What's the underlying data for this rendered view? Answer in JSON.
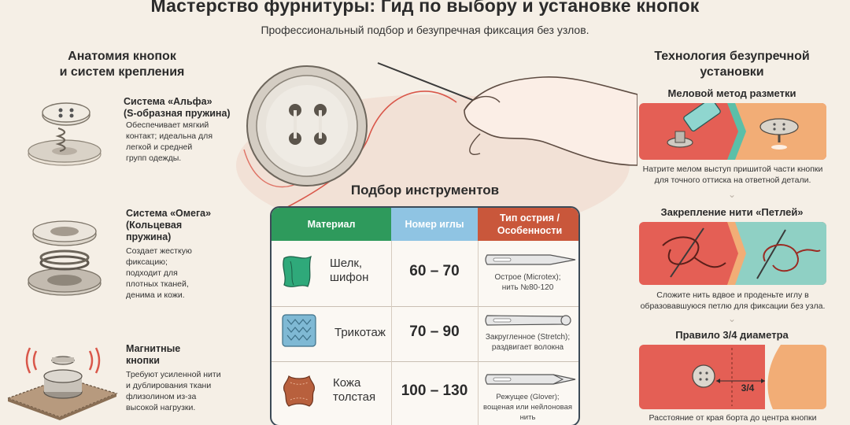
{
  "header": {
    "title": "Мастерство фурнитуры: Гид по выбору и установке кнопок",
    "subtitle": "Профессиональный подбор и безупречная фиксация без узлов."
  },
  "anatomy": {
    "heading_line1": "Анатомия кнопок",
    "heading_line2": "и систем крепления",
    "systems": [
      {
        "title_line1": "Система «Альфа»",
        "title_line2": "(S-образная пружина)",
        "desc": [
          "Обеспечивает мягкий",
          "контакт; идеальна для",
          "легкой и средней",
          "групп одежды."
        ],
        "icon": "alpha-snap-icon"
      },
      {
        "title_line1": "Система «Омега»",
        "title_line2": "(Кольцевая",
        "title_line3": "пружина)",
        "desc": [
          "Создает жесткую",
          "фиксацию;",
          "подходит для",
          "плотных тканей,",
          "денима и кожи."
        ],
        "icon": "omega-snap-icon"
      },
      {
        "title_line1": "Магнитные",
        "title_line2": "кнопки",
        "desc": [
          "Требуют усиленной нити",
          "и дублирования ткани",
          "флизолином из-за",
          "высокой нагрузки."
        ],
        "icon": "magnetic-snap-icon"
      }
    ]
  },
  "tools": {
    "heading": "Подбор инструментов",
    "columns": [
      "Материал",
      "Номер иглы",
      "Тип острия / Особенности"
    ],
    "rows": [
      {
        "material_line1": "Шелк,",
        "material_line2": "шифон",
        "needle": "60 – 70",
        "note_line1": "Острое (Microtex);",
        "note_line2": "нить №80-120",
        "icon": "silk-fabric-icon"
      },
      {
        "material_line1": "Трикотаж",
        "material_line2": "",
        "needle": "70 – 90",
        "note_line1": "Закругленное (Stretch);",
        "note_line2": "раздвигает волокна",
        "icon": "knit-fabric-icon"
      },
      {
        "material_line1": "Кожа",
        "material_line2": "толстая",
        "needle": "100 – 130",
        "note_line1": "Режущее (Glover);",
        "note_line2": "вощеная или нейлоновая нить",
        "icon": "leather-icon"
      }
    ],
    "colors": {
      "material": "#2e9a5c",
      "needle": "#8fc4e3",
      "tip": "#c9573b"
    }
  },
  "technology": {
    "heading_line1": "Технология безупречной",
    "heading_line2": "установки",
    "steps": [
      {
        "title": "Меловой метод разметки",
        "caption_line1": "Натрите мелом выступ пришитой части кнопки",
        "caption_line2": "для точного оттиска на ответной детали.",
        "icon": "chalk-marking-icon"
      },
      {
        "title": "Закрепление нити «Петлей»",
        "caption_line1": "Сложите нить вдвое и проденьте иглу в",
        "caption_line2": "образовавшуюся петлю для фиксации без узла.",
        "icon": "loop-knot-icon"
      },
      {
        "title": "Правило 3/4 диаметра",
        "ratio_label": "3/4",
        "caption_line1": "Расстояние от края борта до центра кнопки",
        "icon": "button-placement-icon"
      }
    ]
  },
  "illustration": {
    "icon": "hand-sewing-button-icon"
  },
  "arrow": "⌄"
}
